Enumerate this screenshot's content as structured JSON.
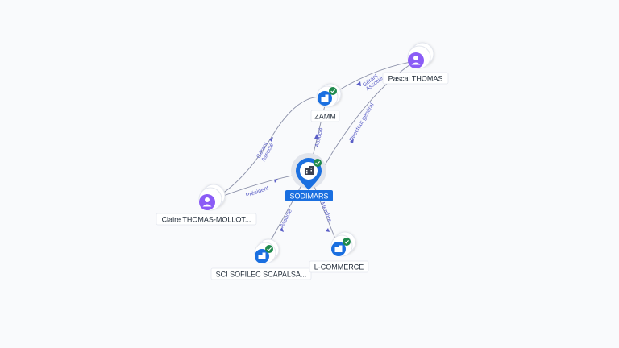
{
  "colors": {
    "background": "#f9fafc",
    "company_blue": "#1a6fe0",
    "person_purple": "#8b5cf6",
    "check_green": "#1f8a4c",
    "edge": "#8a8fa8",
    "edge_label": "#5b5fc7"
  },
  "nodes": {
    "sodimars": {
      "label": "SODIMARS",
      "type": "company-main",
      "icon": "building-icon",
      "verified": true
    },
    "zamm": {
      "label": "ZAMM",
      "type": "company",
      "icon": "building-icon",
      "verified": true
    },
    "pascal": {
      "label": "Pascal THOMAS",
      "type": "person",
      "icon": "person-icon"
    },
    "claire": {
      "label": "Claire THOMAS-MOLLOT...",
      "type": "person",
      "icon": "person-icon"
    },
    "sci": {
      "label": "SCI SOFILEC SCAPALSA...",
      "type": "company",
      "icon": "building-icon",
      "verified": true
    },
    "lcommerce": {
      "label": "L-COMMERCE",
      "type": "company",
      "icon": "building-icon",
      "verified": true
    }
  },
  "edges": {
    "zamm_sodimars": {
      "label": "Associé"
    },
    "pascal_zamm": {
      "label1": "Gérant",
      "label2": "Associé"
    },
    "pascal_sodimars": {
      "label": "Directeur général"
    },
    "claire_zamm": {
      "label1": "Gérant",
      "label2": "Associé"
    },
    "claire_sodimars": {
      "label": "Président"
    },
    "sodimars_sci": {
      "label": "Associé"
    },
    "sodimars_lcommerce": {
      "label": "Membre"
    }
  }
}
